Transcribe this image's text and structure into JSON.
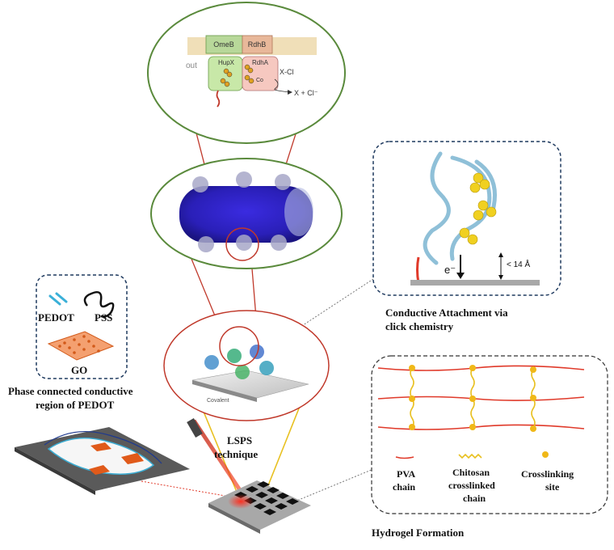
{
  "membrane_diagram": {
    "labels": {
      "omeb": "OmeB",
      "rdhb": "RdhB",
      "out": "out",
      "hupx": "HupX",
      "rdha": "RdhA",
      "co": "Co",
      "xcl": "X-Cl",
      "product": "X + Cl⁻"
    }
  },
  "covalent_label": "Covalent",
  "conductive_panel": {
    "electron": "e⁻",
    "distance": "< 14 Å",
    "caption_line1": "Conductive Attachment via",
    "caption_line2": "click chemistry"
  },
  "materials_panel": {
    "pedot": "PEDOT",
    "pss": "PSS",
    "go": "GO"
  },
  "phase_caption": {
    "line1": "Phase connected  conductive",
    "line2": "region of PEDOT"
  },
  "lsps_caption": {
    "line1": "LSPS",
    "line2": "technique"
  },
  "hydrogel_panel": {
    "pva_line1": "PVA",
    "pva_line2": "chain",
    "chitosan_line1": "Chitosan",
    "chitosan_line2": "crosslinked",
    "chitosan_line3": "chain",
    "crosslink_line1": "Crosslinking",
    "crosslink_line2": "site",
    "caption": "Hydrogel Formation"
  },
  "colors": {
    "ellipse_green": "#5a8a3c",
    "ellipse_red": "#c0392b",
    "panel_border": "#1f3a5f",
    "pva_red": "#e03a2a",
    "chitosan_yellow": "#e8c020",
    "pedot_cyan": "#3ab0d8",
    "go_orange": "#d25a1a"
  }
}
